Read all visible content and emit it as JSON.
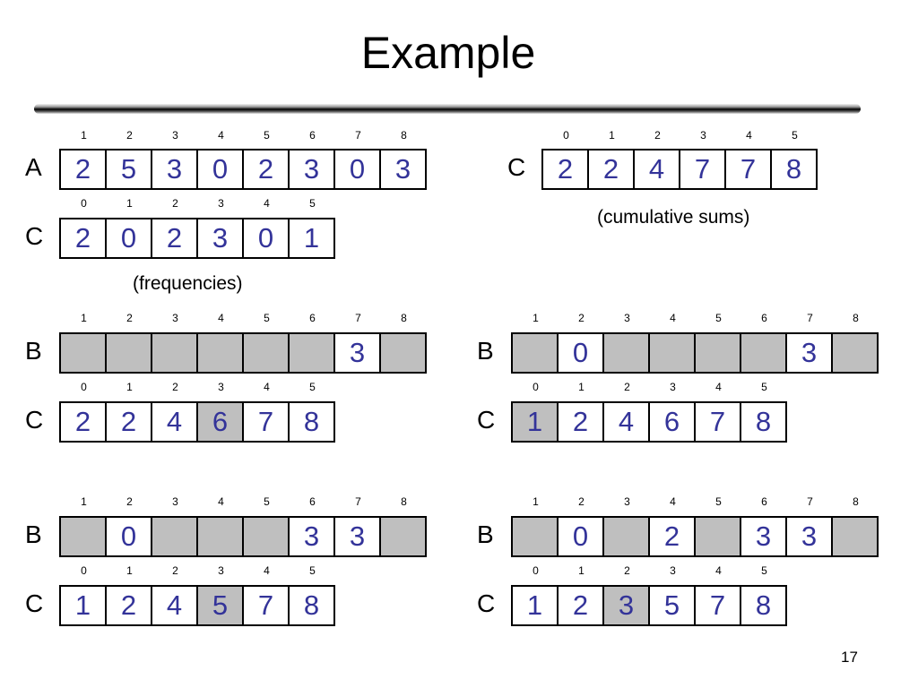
{
  "title": "Example",
  "page_number": "17",
  "panels": [
    {
      "label": "A",
      "indices": [
        "1",
        "2",
        "3",
        "4",
        "5",
        "6",
        "7",
        "8"
      ],
      "cells": [
        "2",
        "5",
        "3",
        "0",
        "2",
        "3",
        "0",
        "3"
      ],
      "gray": []
    },
    {
      "label": "C",
      "indices": [
        "0",
        "1",
        "2",
        "3",
        "4",
        "5"
      ],
      "cells": [
        "2",
        "0",
        "2",
        "3",
        "0",
        "1"
      ],
      "gray": [],
      "caption": "(frequencies)"
    },
    {
      "label": "C",
      "indices": [
        "0",
        "1",
        "2",
        "3",
        "4",
        "5"
      ],
      "cells": [
        "2",
        "2",
        "4",
        "7",
        "7",
        "8"
      ],
      "gray": [],
      "caption": "(cumulative sums)"
    },
    {
      "label": "B",
      "indices": [
        "1",
        "2",
        "3",
        "4",
        "5",
        "6",
        "7",
        "8"
      ],
      "cells": [
        "",
        "",
        "",
        "",
        "",
        "",
        "3",
        ""
      ],
      "gray": [
        0,
        1,
        2,
        3,
        4,
        5,
        7
      ]
    },
    {
      "label": "C",
      "indices": [
        "0",
        "1",
        "2",
        "3",
        "4",
        "5"
      ],
      "cells": [
        "2",
        "2",
        "4",
        "6",
        "7",
        "8"
      ],
      "gray": [
        3
      ]
    },
    {
      "label": "B",
      "indices": [
        "1",
        "2",
        "3",
        "4",
        "5",
        "6",
        "7",
        "8"
      ],
      "cells": [
        "",
        "0",
        "",
        "",
        "",
        "",
        "3",
        ""
      ],
      "gray": [
        0,
        2,
        3,
        4,
        5,
        7
      ]
    },
    {
      "label": "C",
      "indices": [
        "0",
        "1",
        "2",
        "3",
        "4",
        "5"
      ],
      "cells": [
        "1",
        "2",
        "4",
        "6",
        "7",
        "8"
      ],
      "gray": [
        0
      ]
    },
    {
      "label": "B",
      "indices": [
        "1",
        "2",
        "3",
        "4",
        "5",
        "6",
        "7",
        "8"
      ],
      "cells": [
        "",
        "0",
        "",
        "",
        "",
        "3",
        "3",
        ""
      ],
      "gray": [
        0,
        2,
        3,
        4,
        7
      ]
    },
    {
      "label": "C",
      "indices": [
        "0",
        "1",
        "2",
        "3",
        "4",
        "5"
      ],
      "cells": [
        "1",
        "2",
        "4",
        "5",
        "7",
        "8"
      ],
      "gray": [
        3
      ]
    },
    {
      "label": "B",
      "indices": [
        "1",
        "2",
        "3",
        "4",
        "5",
        "6",
        "7",
        "8"
      ],
      "cells": [
        "",
        "0",
        "",
        "2",
        "",
        "3",
        "3",
        ""
      ],
      "gray": [
        0,
        2,
        4,
        7
      ]
    },
    {
      "label": "C",
      "indices": [
        "0",
        "1",
        "2",
        "3",
        "4",
        "5"
      ],
      "cells": [
        "1",
        "2",
        "3",
        "5",
        "7",
        "8"
      ],
      "gray": [
        2
      ]
    }
  ]
}
